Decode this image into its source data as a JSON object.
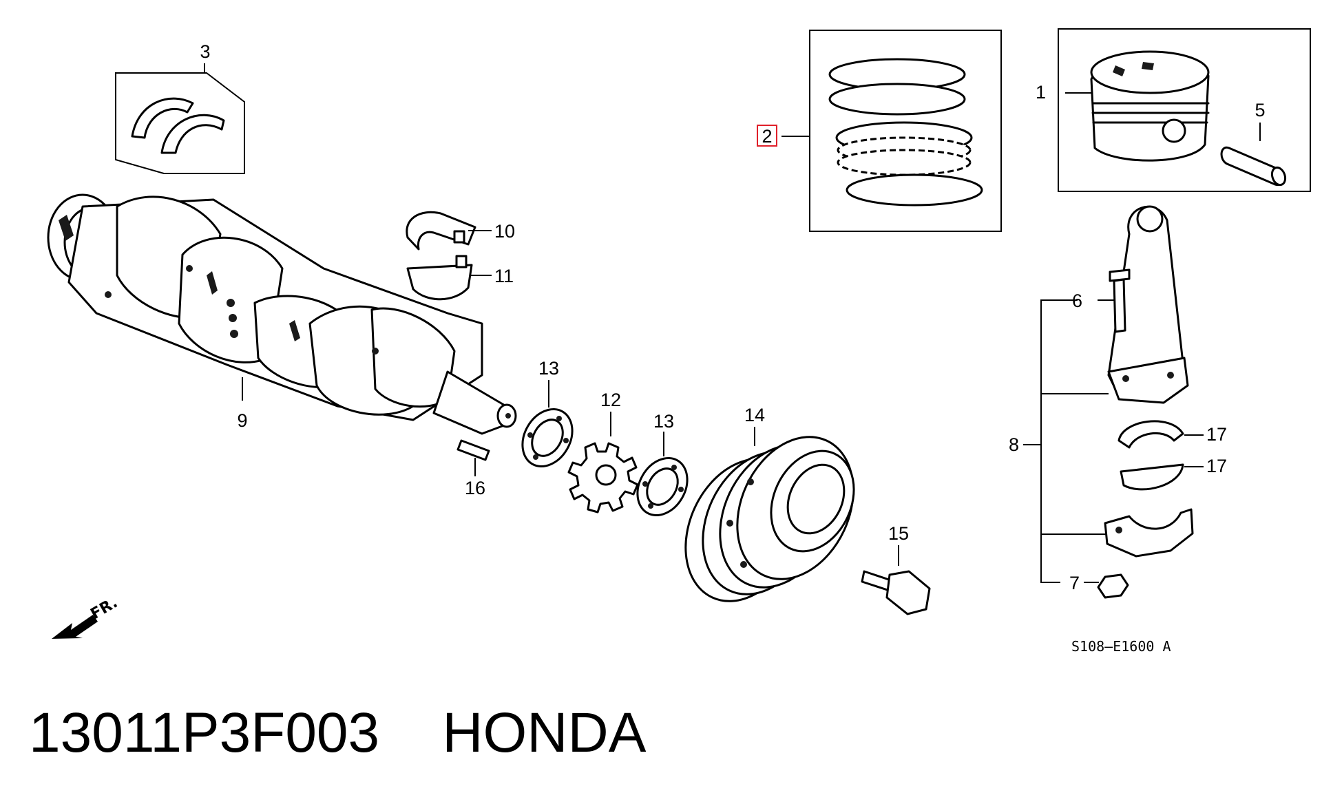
{
  "callouts": {
    "c1": "1",
    "c2": "2",
    "c3": "3",
    "c5": "5",
    "c6": "6",
    "c7": "7",
    "c8": "8",
    "c9": "9",
    "c10": "10",
    "c11": "11",
    "c12": "12",
    "c13a": "13",
    "c13b": "13",
    "c14": "14",
    "c15": "15",
    "c16": "16",
    "c17a": "17",
    "c17b": "17"
  },
  "diagram_code": "S108–E1600 A",
  "front_marker": "FR.",
  "highlighted_callout": "2",
  "highlight_color": "#e0202a",
  "caption": {
    "part_number": "13011P3F003",
    "brand": "HONDA"
  }
}
